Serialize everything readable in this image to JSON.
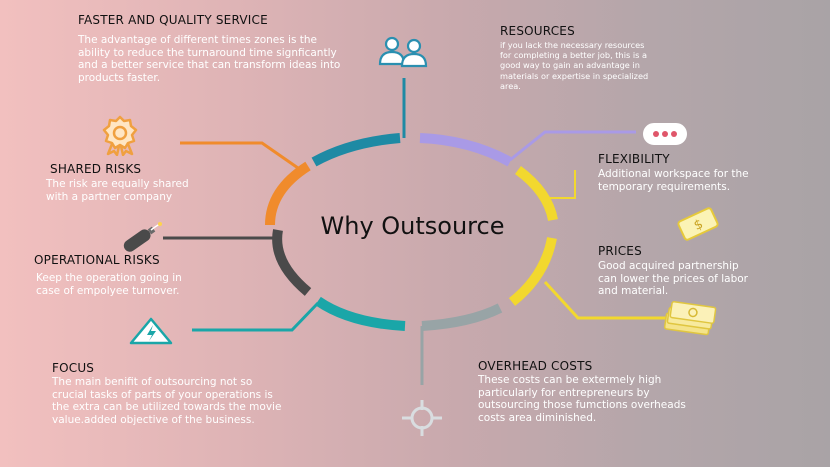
{
  "center": {
    "title": "Why Outsource"
  },
  "sections": {
    "faster": {
      "heading": "FASTER AND QUALITY SERVICE",
      "text": "The advantage of different times zones is the\nability to reduce the turnaround  time signficantly\nand  a better service that can transform ideas into\nproducts faster.",
      "color": "#1e8aa4",
      "icon": "users-icon"
    },
    "resources": {
      "heading": "RESOURCES",
      "text": "if you lack the necessary resources\nfor completing a better job, this is a\ngood way to gain an advantage in\nmaterials or expertise in specialized\narea.",
      "color": "#a99ae6",
      "icon": "chat-bubble-icon"
    },
    "flexibility": {
      "heading": "FLEXIBILITY",
      "text": "Additional workspace for the\ntemporary requirements.",
      "color": "#f2d82e",
      "icon": "dollar-tag-icon"
    },
    "prices": {
      "heading": "PRICES",
      "text": "Good acquired partnership\ncan lower the prices of labor\nand material.",
      "color": "#f2d82e",
      "icon": "money-stack-icon"
    },
    "overhead": {
      "heading": "OVERHEAD COSTS",
      "text": "These costs can be extermely high\nparticularly for entrepreneurs by\noutsourcing those fumctions overheads\ncosts area diminished.",
      "color": "#98a4a6",
      "icon": "target-icon"
    },
    "focus": {
      "heading": "FOCUS",
      "text": "The main benifit of outsourcing not so\ncrucial tasks of parts of your operations is\nthe extra can be utilized towards the movie\nvalue.added objective of the business.",
      "color": "#1aa6a8",
      "icon": "warning-icon"
    },
    "operational": {
      "heading": "OPERATIONAL RISKS",
      "text": "Keep the operation going in\ncase of empolyee turnover.",
      "color": "#4a4a4a",
      "icon": "bomb-icon"
    },
    "shared": {
      "heading": "SHARED RISKS",
      "text": "The risk are equally shared\nwith a partner company",
      "color": "#f08b2c",
      "icon": "award-ribbon-icon"
    }
  }
}
